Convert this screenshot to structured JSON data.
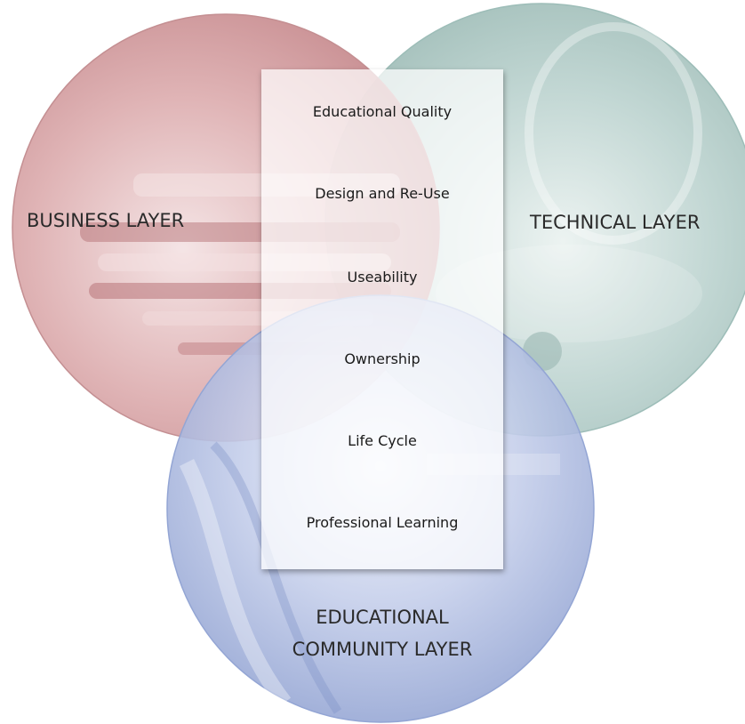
{
  "layers": {
    "business": "BUSINESS LAYER",
    "technical": "TECHNICAL LAYER",
    "community_line1": "EDUCATIONAL",
    "community_line2": "COMMUNITY LAYER"
  },
  "panel_items": [
    "Educational Quality",
    "Design and Re-Use",
    "Useability",
    "Ownership",
    "Life Cycle",
    "Professional Learning"
  ],
  "colors": {
    "business": "#c98b8e",
    "technical": "#8fb5b0",
    "community": "#8fa3d2"
  }
}
